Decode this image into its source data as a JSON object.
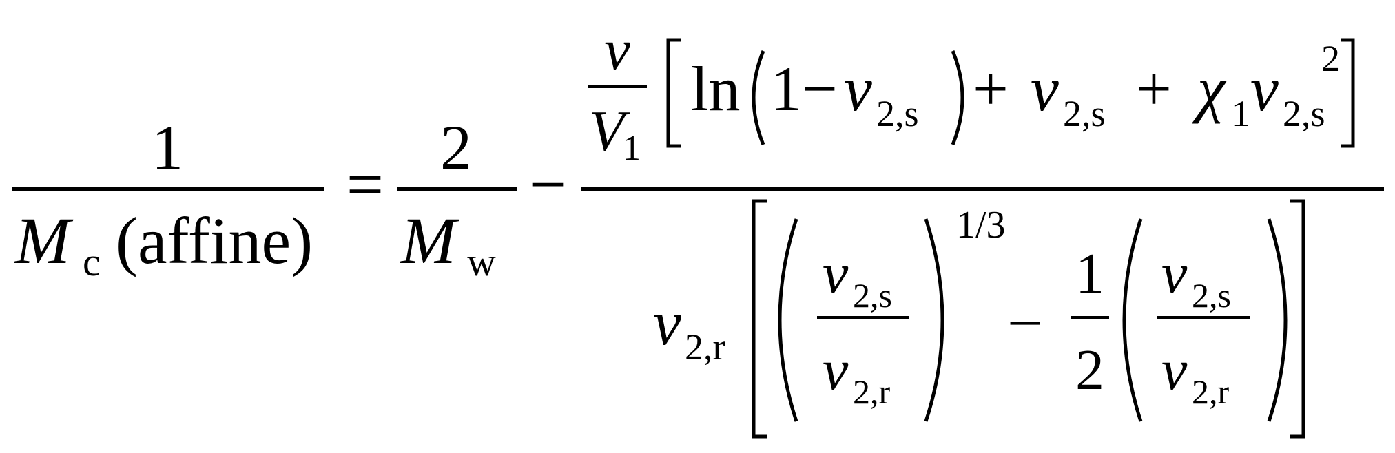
{
  "equation": {
    "lhs": {
      "numerator": "1",
      "den_symbol": "M",
      "den_subscript": "c",
      "den_suffix": "(affine)"
    },
    "equals_sign": "=",
    "term1": {
      "numerator": "2",
      "den_symbol": "M",
      "den_subscript": "w"
    },
    "minus_sign": "−",
    "term2": {
      "coef_numerator": "v",
      "coef_den_symbol": "V",
      "coef_den_subscript": "1",
      "ln": "ln",
      "one": "1",
      "minus": "−",
      "plus": "+",
      "v": "v",
      "sub_2s": "2,s",
      "sub_2r": "2,r",
      "chi": "χ",
      "chi_subscript": "1",
      "square": "2",
      "exponent": "1/3",
      "half_numerator": "1",
      "half_denominator": "2"
    }
  }
}
